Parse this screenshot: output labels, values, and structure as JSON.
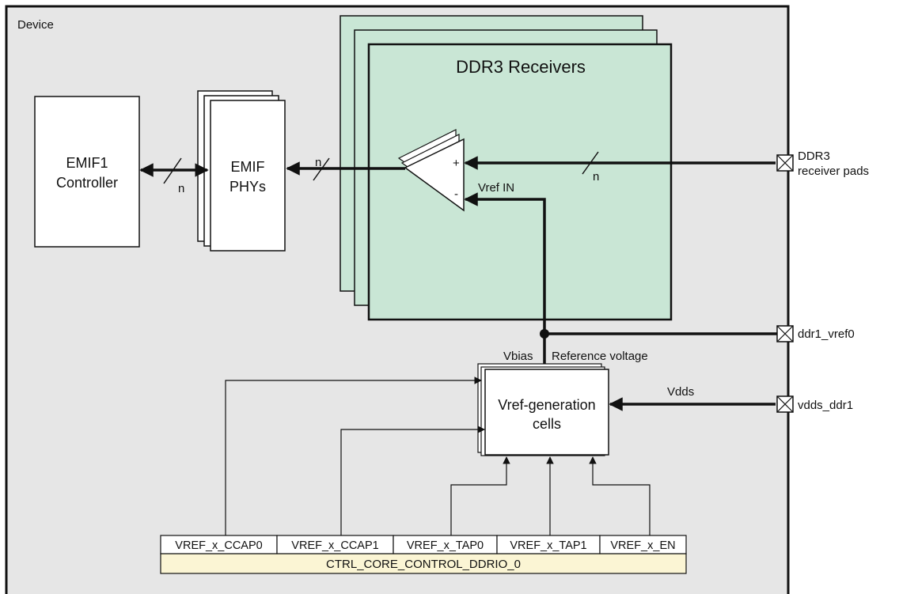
{
  "device": {
    "label": "Device"
  },
  "receivers": {
    "title": "DDR3 Receivers"
  },
  "controller": {
    "line1": "EMIF1",
    "line2": "Controller"
  },
  "phys": {
    "line1": "EMIF",
    "line2": "PHYs"
  },
  "bus_label": "n",
  "comparator": {
    "plus": "+",
    "minus": "-",
    "vref_in": "Vref IN"
  },
  "vref_gen": {
    "line1": "Vref-generation",
    "line2": "cells",
    "vbias": "Vbias",
    "ref_voltage": "Reference voltage",
    "vdds": "Vdds"
  },
  "pins": {
    "ddr3_line1": "DDR3",
    "ddr3_line2": "receiver pads",
    "vref0": "ddr1_vref0",
    "vdds": "vdds_ddr1"
  },
  "register": {
    "name": "CTRL_CORE_CONTROL_DDRIO_0",
    "fields": [
      "VREF_x_CCAP0",
      "VREF_x_CCAP1",
      "VREF_x_TAP0",
      "VREF_x_TAP1",
      "VREF_x_EN"
    ]
  },
  "colors": {
    "device_bg": "#e6e6e6",
    "receiver_fill": "#c9e6d5",
    "register_fill": "#fbf5d4",
    "line": "#111111"
  }
}
